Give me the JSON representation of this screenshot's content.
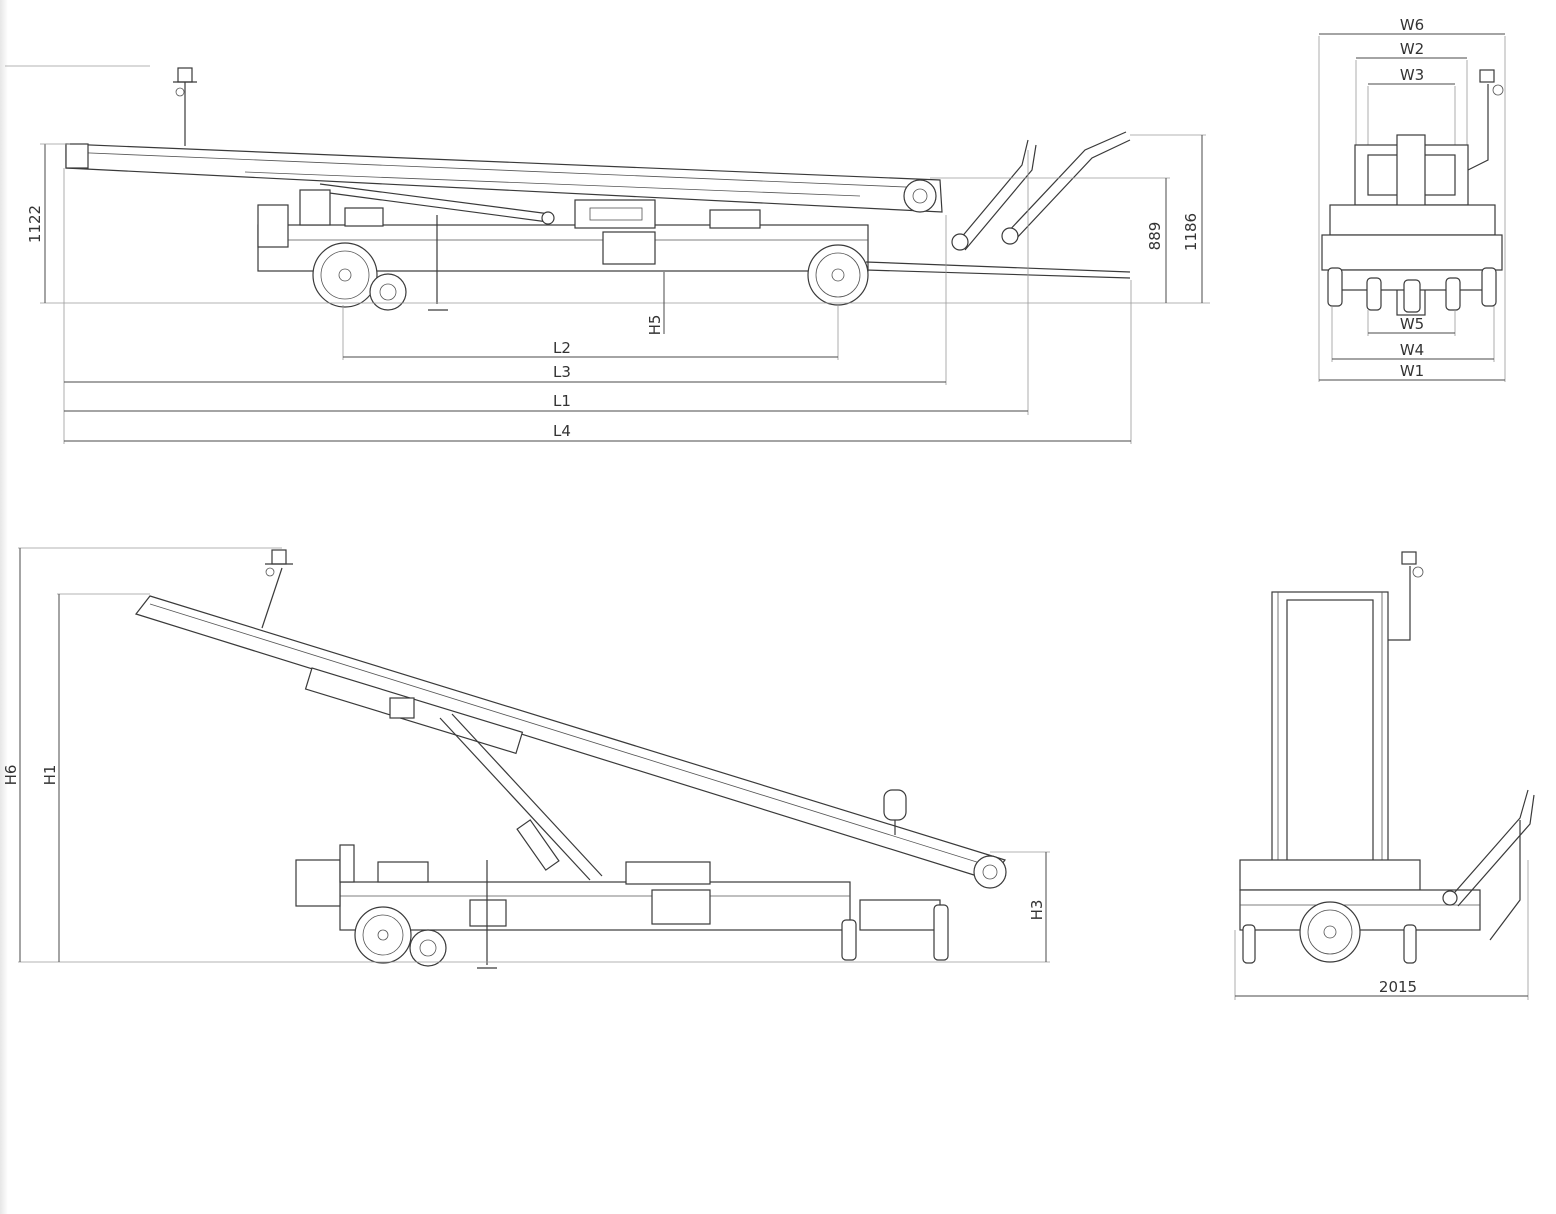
{
  "side_view_stowed": {
    "labels": {
      "height_left": "1122",
      "height_mid": "889",
      "height_right": "1186",
      "H5": "H5",
      "L2": "L2",
      "L3": "L3",
      "L1": "L1",
      "L4": "L4"
    }
  },
  "front_view_stowed": {
    "labels": {
      "W6": "W6",
      "W2": "W2",
      "W3": "W3",
      "W5": "W5",
      "W4": "W4",
      "W1": "W1"
    }
  },
  "side_view_raised": {
    "labels": {
      "H6": "H6",
      "H1": "H1",
      "H3": "H3"
    }
  },
  "rear_view_raised": {
    "labels": {
      "width": "2015"
    }
  }
}
